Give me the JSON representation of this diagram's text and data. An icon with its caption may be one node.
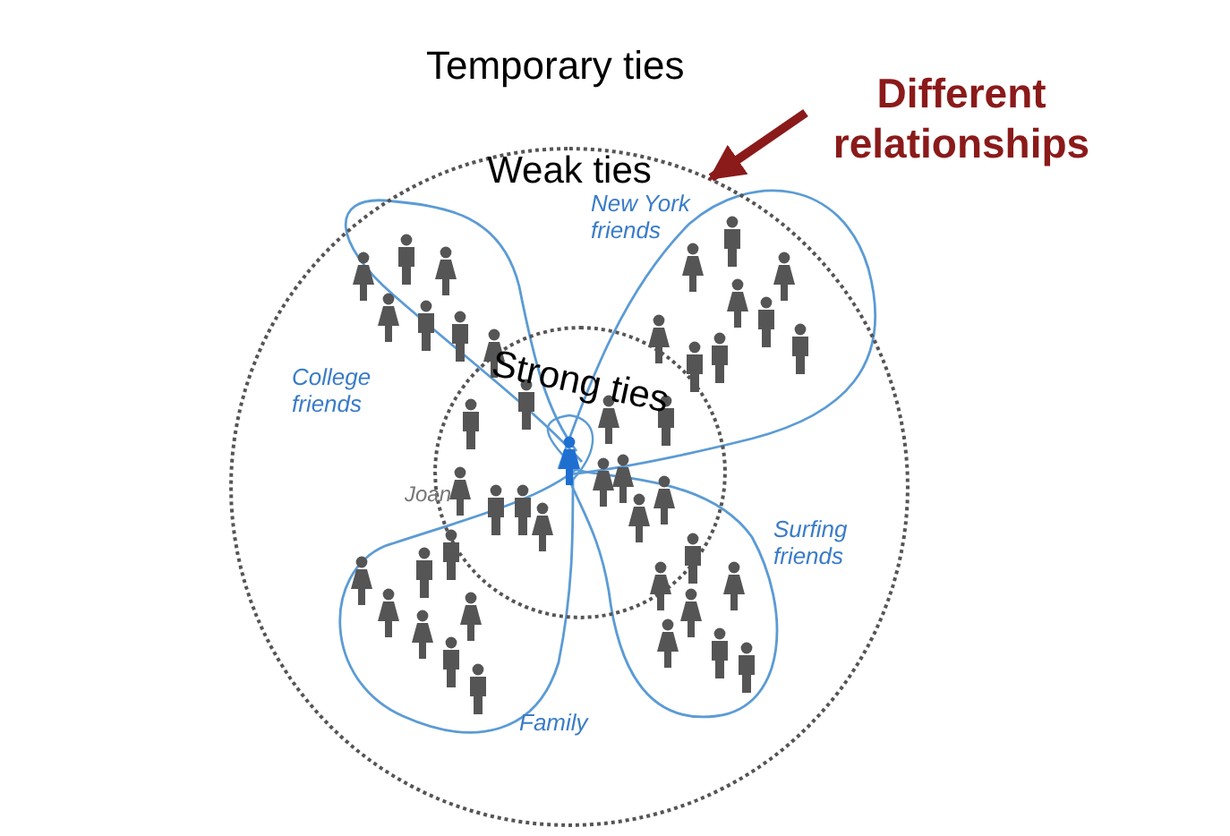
{
  "diagram": {
    "nodes": [
      {
        "text": [
          "Weak ties"
        ]
      },
      {
        "text": [
          "Strong ties"
        ],
        "in": 0
      },
      {
        "text": [
          "Different relationships"
        ]
      }
    ],
    "edges": [
      {
        "from": 2,
        "to": 0,
        "arrow": "to",
        "color": "#8b1a1a"
      }
    ],
    "labels": [
      "Temporary ties",
      "New York friends",
      "College friends",
      "Joan",
      "Surfing friends",
      "Family"
    ]
  }
}
